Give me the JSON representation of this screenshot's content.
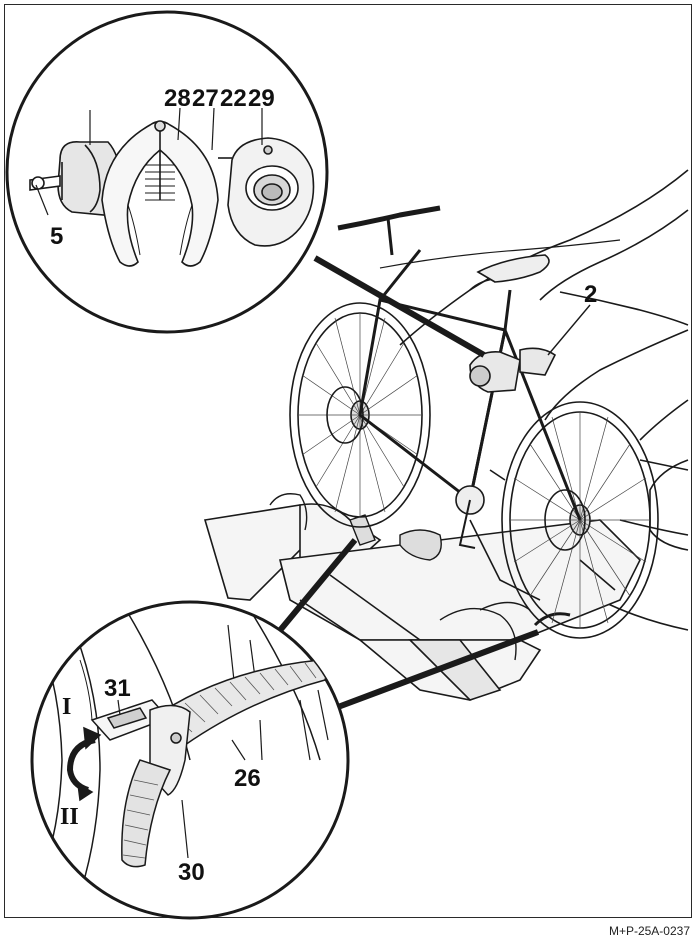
{
  "callouts": {
    "c28": "28",
    "c27": "27",
    "c22": "22",
    "c29": "29",
    "c5": "5",
    "c2": "2",
    "c31": "31",
    "cI": "I",
    "cII": "II",
    "c26": "26",
    "c30": "30"
  },
  "figure_ref": "M+P-25A-0237",
  "colors": {
    "line": "#1a1a1a",
    "hatch": "#555555",
    "fill_light": "#f2f2f2",
    "fill_mid": "#d9d9d9"
  }
}
